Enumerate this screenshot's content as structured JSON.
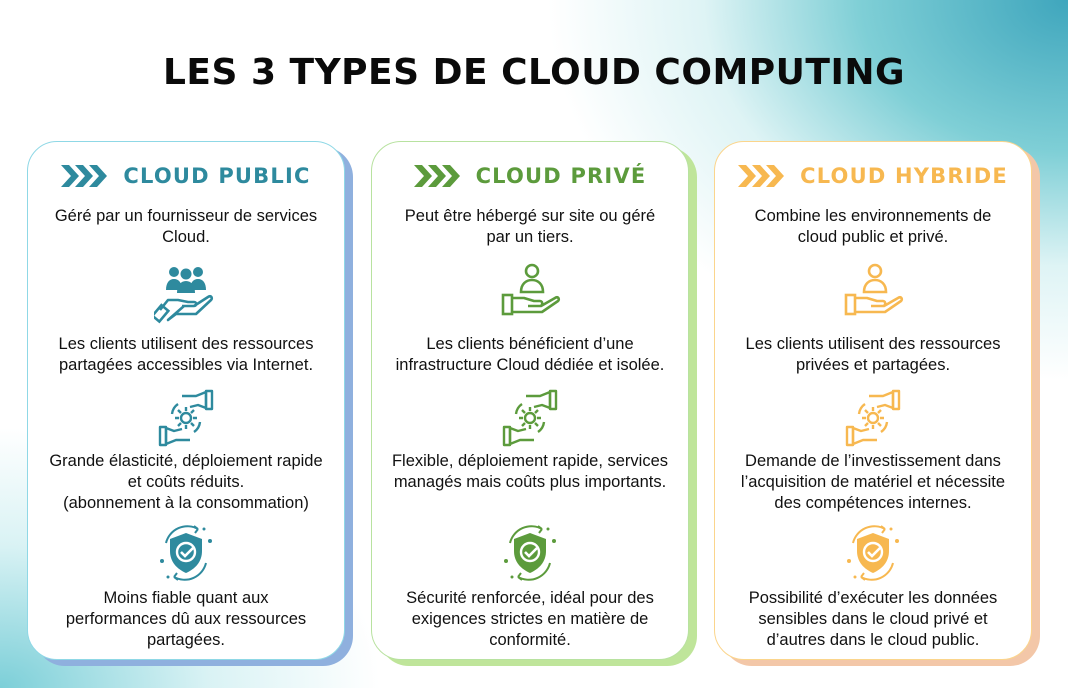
{
  "title": "LES 3 TYPES DE CLOUD COMPUTING",
  "cards": [
    {
      "id": "public",
      "heading": "CLOUD PUBLIC",
      "color": "#2e8a9e",
      "border": "#8fd8e6",
      "shadow": "#8fb0de",
      "points": [
        {
          "lines": [
            "Géré par un fournisseur de services",
            "Cloud."
          ]
        },
        {
          "icon": "group-in-hand-icon",
          "lines": [
            "Les clients utilisent des ressources",
            "partagées accessibles via Internet."
          ]
        },
        {
          "icon": "hands-gear-icon",
          "lines": [
            "Grande élasticité, déploiement rapide",
            "et coûts réduits.",
            "(abonnement à la consommation)"
          ]
        },
        {
          "icon": "shield-check-icon",
          "lines": [
            "Moins fiable quant aux",
            "performances dû aux ressources",
            "partagées."
          ]
        }
      ]
    },
    {
      "id": "prive",
      "heading": "CLOUD PRIVÉ",
      "color": "#5c9b3c",
      "border": "#b8e2a0",
      "shadow": "#bfe59a",
      "points": [
        {
          "lines": [
            "Peut être hébergé sur site ou géré",
            "par un tiers."
          ]
        },
        {
          "icon": "person-in-hand-icon",
          "lines": [
            "Les clients bénéficient d’une",
            "infrastructure Cloud dédiée et isolée."
          ]
        },
        {
          "icon": "hands-gear-icon",
          "lines": [
            "Flexible, déploiement rapide, services",
            "managés mais coûts plus importants."
          ]
        },
        {
          "icon": "shield-check-icon",
          "lines": [
            "Sécurité renforcée, idéal pour des",
            "exigences strictes en matière de",
            "conformité."
          ]
        }
      ]
    },
    {
      "id": "hybride",
      "heading": "CLOUD HYBRIDE",
      "color": "#f7b850",
      "border": "#fbd58c",
      "shadow": "#f3c7a8",
      "points": [
        {
          "lines": [
            "Combine les environnements de",
            "cloud public et privé."
          ]
        },
        {
          "icon": "person-in-hand-icon",
          "lines": [
            "Les clients utilisent des ressources",
            "privées et partagées."
          ]
        },
        {
          "icon": "hands-gear-icon",
          "lines": [
            "Demande de l’investissement dans",
            "l’acquisition de matériel et nécessite",
            "des compétences internes."
          ]
        },
        {
          "icon": "shield-check-icon",
          "lines": [
            "Possibilité d’exécuter les données",
            "sensibles dans le cloud privé et",
            "d’autres dans le cloud public."
          ]
        }
      ]
    }
  ]
}
